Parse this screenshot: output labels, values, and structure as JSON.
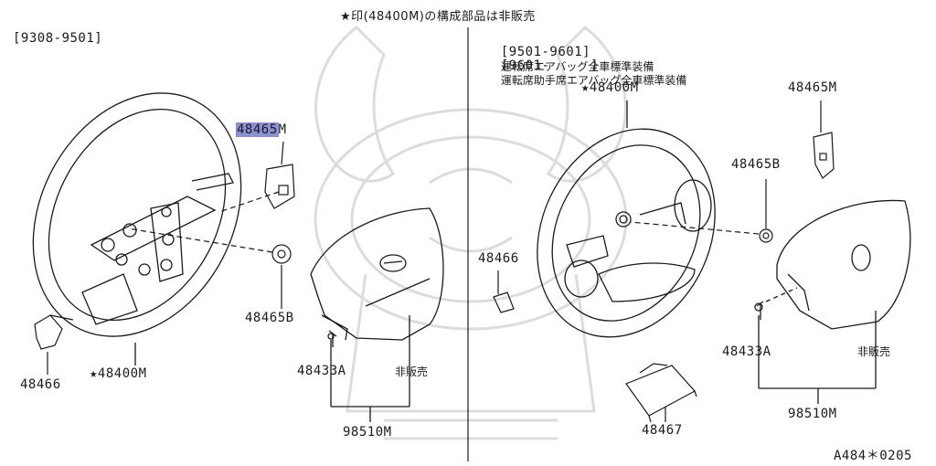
{
  "header": {
    "note": "★印(48400M)の構成部品は非販売"
  },
  "left_panel": {
    "period": "[9308-9501]",
    "labels": {
      "p48465m": "48465",
      "p48465m_suffix": "M",
      "p48465b": "48465B",
      "p48466": "48466",
      "p48400m": "★48400M",
      "p48433a": "48433A",
      "hanbai": "非販売",
      "p98510m": "98510M"
    }
  },
  "right_panel": {
    "notes": [
      {
        "period": "[9501-9601]",
        "text": "運転席エアバッグ全車標準装備"
      },
      {
        "period": "[9601-     ]",
        "text": "運転席助手席エアバッグ全車標準装備"
      }
    ],
    "labels": {
      "p48400m": "★48400M",
      "p48465m": "48465M",
      "p48465b": "48465B",
      "p48466": "48466",
      "p48433a": "48433A",
      "hanbai": "非販売",
      "p98510m": "98510M",
      "p48467": "48467"
    }
  },
  "footer": {
    "code": "A484＊0205"
  },
  "colors": {
    "line": "#1a1a1a",
    "highlight": "#8b8fd6",
    "watermark": "#d0d0d0"
  }
}
